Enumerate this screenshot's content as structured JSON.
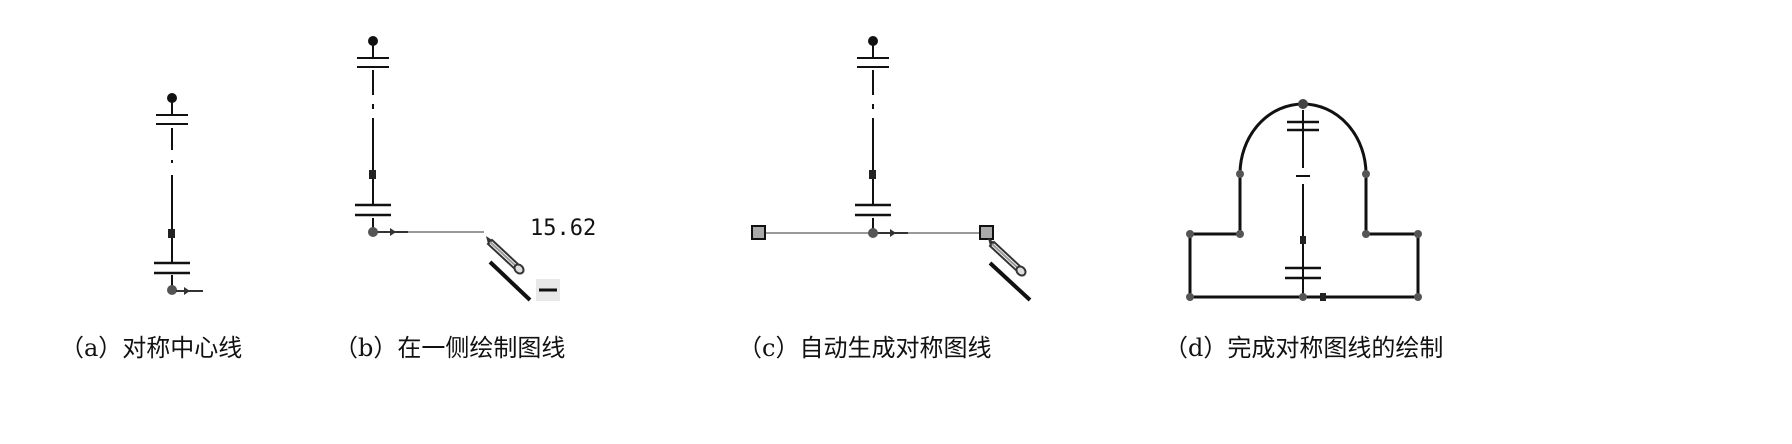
{
  "captions": {
    "a": "（a）对称中心线",
    "b": "（b）在一侧绘制图线",
    "c": "（c）自动生成对称图线",
    "d": "（d）完成对称图线的绘制"
  },
  "panel_b": {
    "dimension": "15.62"
  },
  "colors": {
    "line": "#111111",
    "grey_line": "#999999",
    "point": "#444444",
    "handle_fill": "#aaaaaa"
  }
}
